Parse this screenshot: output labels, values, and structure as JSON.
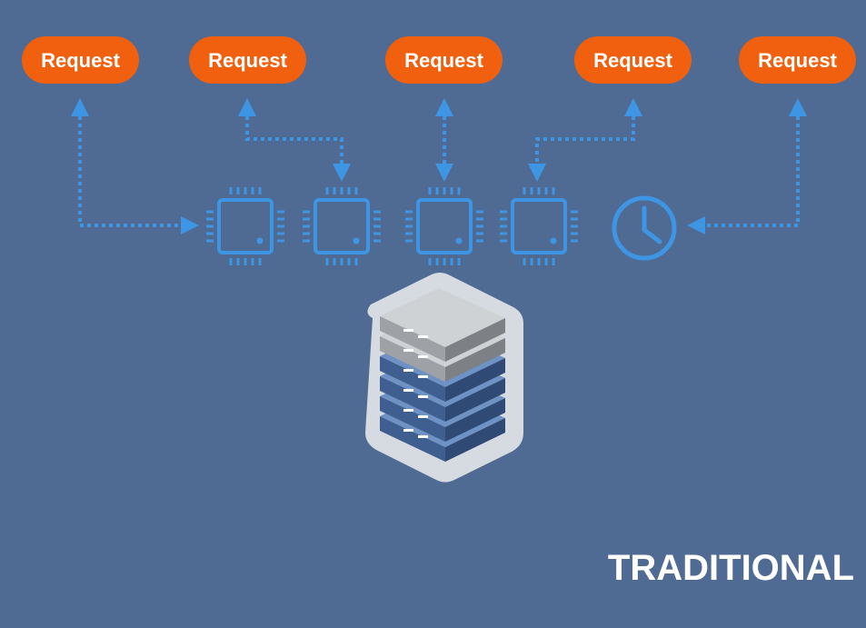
{
  "diagram": {
    "requests": [
      {
        "label": "Request"
      },
      {
        "label": "Request"
      },
      {
        "label": "Request"
      },
      {
        "label": "Request"
      },
      {
        "label": "Request"
      }
    ],
    "caption": "TRADITIONAL"
  },
  "colors": {
    "background": "#4f6b93",
    "request_pill": "#f0600e",
    "connector": "#3d95e3",
    "server_gray": "#a9adb1",
    "server_blue": "#4c6fa3",
    "text": "#ffffff"
  },
  "icons": [
    "cpu-icon",
    "clock-icon",
    "server-rack-icon",
    "arrow-icon"
  ]
}
